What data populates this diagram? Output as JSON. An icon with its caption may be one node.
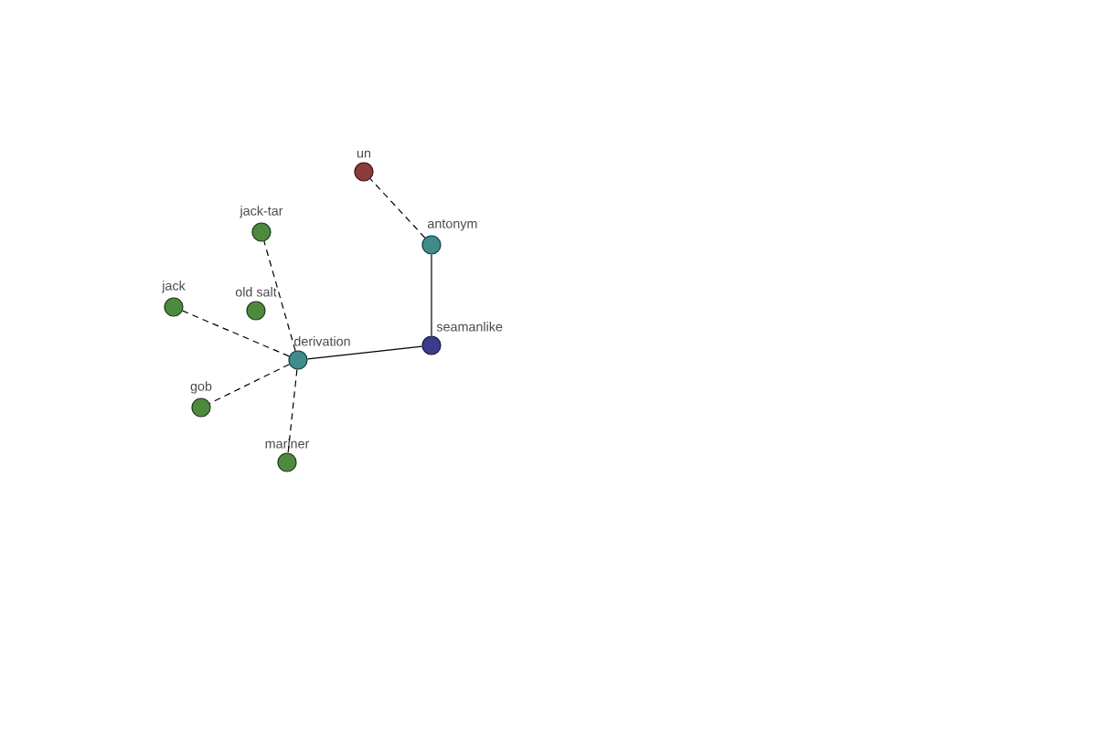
{
  "diagram": {
    "nodes": [
      {
        "text": [
          "un"
        ]
      },
      {
        "text": [
          "jack-tar"
        ]
      },
      {
        "text": [
          "antonym"
        ]
      },
      {
        "text": [
          "jack"
        ]
      },
      {
        "text": [
          "old salt"
        ]
      },
      {
        "text": [
          "seamanlike"
        ]
      },
      {
        "text": [
          "derivation"
        ]
      },
      {
        "text": [
          "gob"
        ]
      },
      {
        "text": [
          "mariner"
        ]
      }
    ],
    "edges": [
      {
        "from": 5,
        "to": 2,
        "arrow": "none"
      },
      {
        "from": 2,
        "to": 0,
        "arrow": "none",
        "style": "dashed"
      },
      {
        "from": 5,
        "to": 6,
        "arrow": "none"
      },
      {
        "from": 6,
        "to": 1,
        "arrow": "none",
        "style": "dashed"
      },
      {
        "from": 6,
        "to": 3,
        "arrow": "none",
        "style": "dashed"
      },
      {
        "from": 6,
        "to": 7,
        "arrow": "none",
        "style": "dashed"
      },
      {
        "from": 6,
        "to": 8,
        "arrow": "none",
        "style": "dashed"
      }
    ]
  }
}
